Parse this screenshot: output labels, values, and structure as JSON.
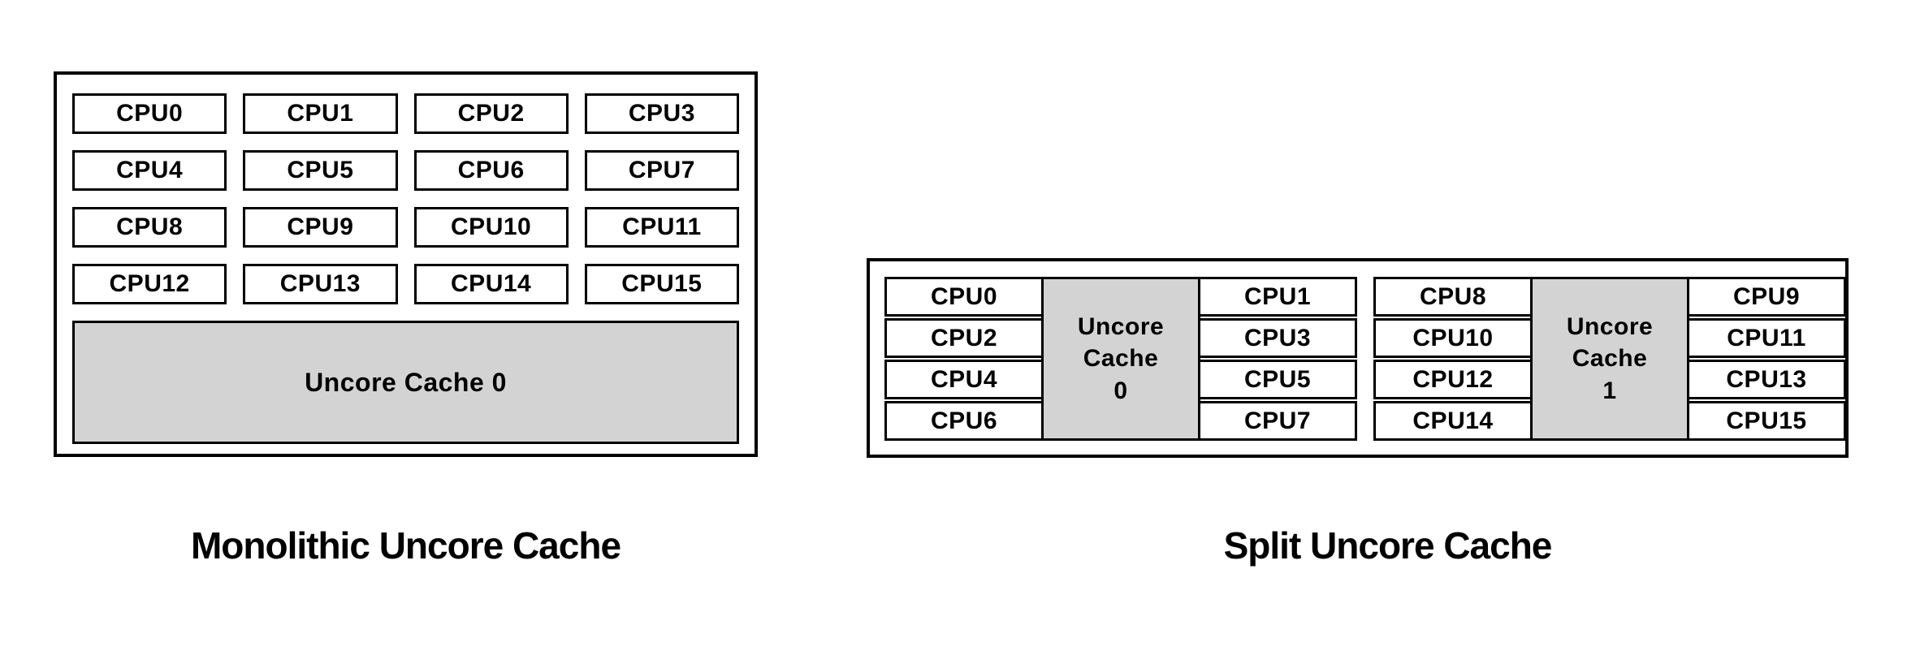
{
  "colors": {
    "background": "#ffffff",
    "border": "#000000",
    "cache_fill": "#d3d3d3",
    "text": "#000000"
  },
  "monolithic": {
    "caption": "Monolithic Uncore Cache",
    "cache_label": "Uncore Cache 0",
    "cpus": [
      "CPU0",
      "CPU1",
      "CPU2",
      "CPU3",
      "CPU4",
      "CPU5",
      "CPU6",
      "CPU7",
      "CPU8",
      "CPU9",
      "CPU10",
      "CPU11",
      "CPU12",
      "CPU13",
      "CPU14",
      "CPU15"
    ]
  },
  "split": {
    "caption": "Split Uncore Cache",
    "clusters": [
      {
        "left": [
          "CPU0",
          "CPU2",
          "CPU4",
          "CPU6"
        ],
        "cache_lines": [
          "Uncore",
          "Cache",
          "0"
        ],
        "right": [
          "CPU1",
          "CPU3",
          "CPU5",
          "CPU7"
        ]
      },
      {
        "left": [
          "CPU8",
          "CPU10",
          "CPU12",
          "CPU14"
        ],
        "cache_lines": [
          "Uncore",
          "Cache",
          "1"
        ],
        "right": [
          "CPU9",
          "CPU11",
          "CPU13",
          "CPU15"
        ]
      }
    ]
  }
}
